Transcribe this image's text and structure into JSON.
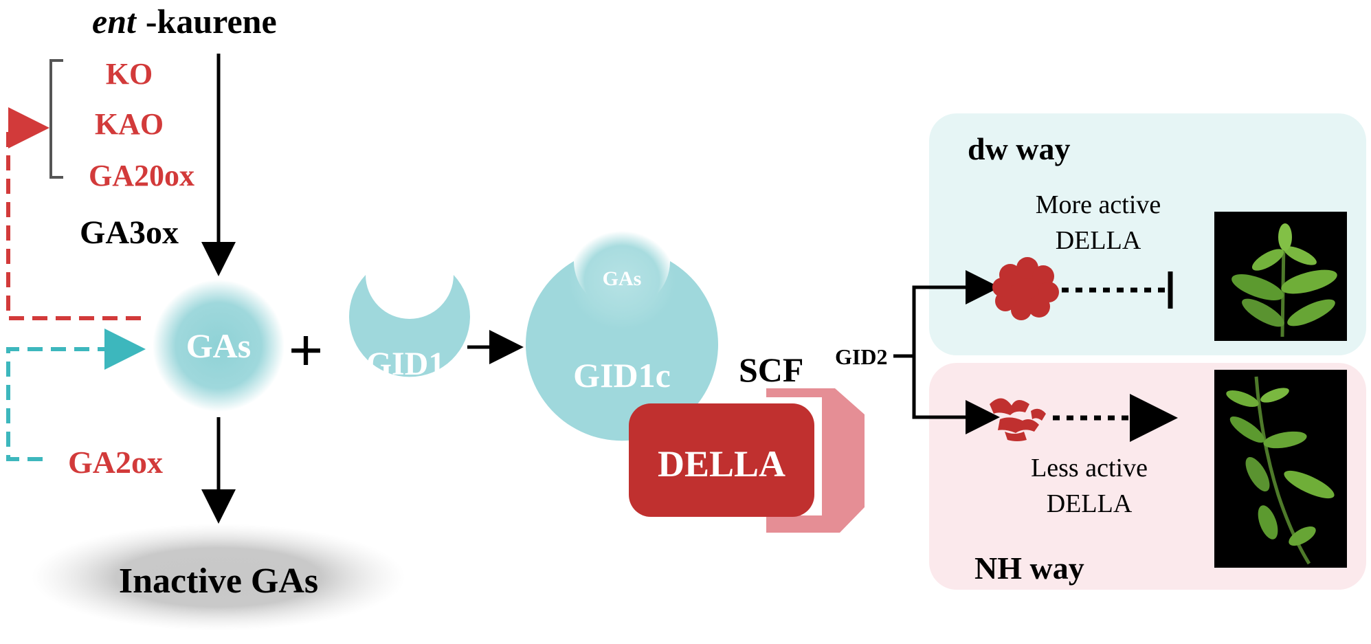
{
  "colors": {
    "red": "#d23a3a",
    "teal": "#3db7bd",
    "tealFill": "#9fd8dc",
    "dellaRed": "#c0302f",
    "scfPink": "#e58e95",
    "dwBg": "#e6f5f5",
    "nhBg": "#fbe9ec",
    "black": "#000000",
    "grey": "#555555",
    "white": "#ffffff"
  },
  "labels": {
    "ent": "ent",
    "kaurene": "-kaurene",
    "ko": "KO",
    "kao": "KAO",
    "ga20ox": "GA20ox",
    "ga3ox": "GA3ox",
    "gas_main": "GAs",
    "plus": "+",
    "gid1": "GID1",
    "gas_bound": "GAs",
    "gid1c": "GID1c",
    "scf": "SCF",
    "gid2": "GID2",
    "della": "DELLA",
    "ga2ox": "GA2ox",
    "inactive": "Inactive GAs",
    "dw_way": "dw way",
    "more_active_1": "More active",
    "more_active_2": "DELLA",
    "less_active_1": "Less active",
    "less_active_2": "DELLA",
    "nh_way": "NH way"
  }
}
